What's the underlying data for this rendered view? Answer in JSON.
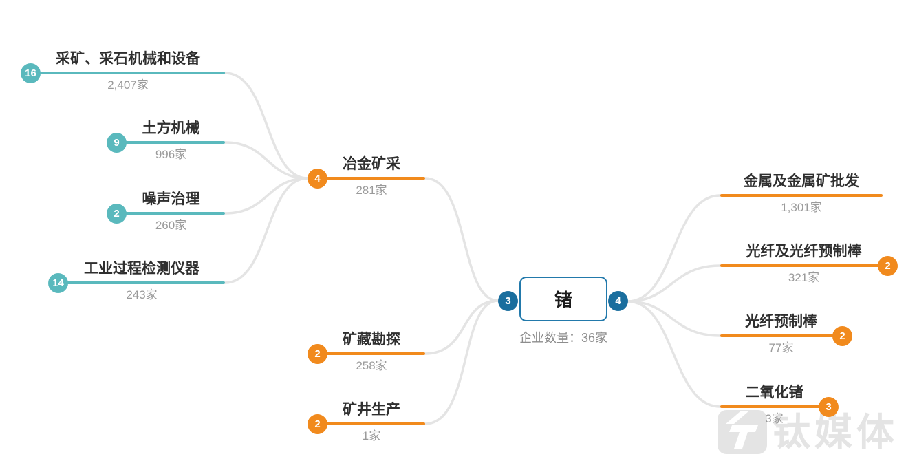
{
  "center": {
    "title": "锗",
    "subtitle": "企业数量：36家",
    "left_badge": "3",
    "right_badge": "4"
  },
  "upstream": {
    "nodes": [
      {
        "badge": "4",
        "label": "冶金矿采",
        "count": "281家"
      },
      {
        "badge": "2",
        "label": "矿藏勘探",
        "count": "258家"
      },
      {
        "badge": "2",
        "label": "矿井生产",
        "count": "1家"
      }
    ],
    "sub_nodes": [
      {
        "badge": "16",
        "label": "采矿、采石机械和设备",
        "count": "2,407家"
      },
      {
        "badge": "9",
        "label": "土方机械",
        "count": "996家"
      },
      {
        "badge": "2",
        "label": "噪声治理",
        "count": "260家"
      },
      {
        "badge": "14",
        "label": "工业过程检测仪器",
        "count": "243家"
      }
    ]
  },
  "downstream": {
    "nodes": [
      {
        "label": "金属及金属矿批发",
        "count": "1,301家"
      },
      {
        "badge": "2",
        "label": "光纤及光纤预制棒",
        "count": "321家"
      },
      {
        "badge": "2",
        "label": "光纤预制棒",
        "count": "77家"
      },
      {
        "badge": "3",
        "label": "二氧化锗",
        "count": "3家"
      }
    ]
  },
  "watermark": {
    "text": "钛媒体"
  },
  "colors": {
    "teal": "#5ab9bd",
    "orange": "#f18a1d",
    "blue": "#1a6e9e",
    "connector": "#e4e4e4",
    "count_text": "#9a9a9a"
  }
}
